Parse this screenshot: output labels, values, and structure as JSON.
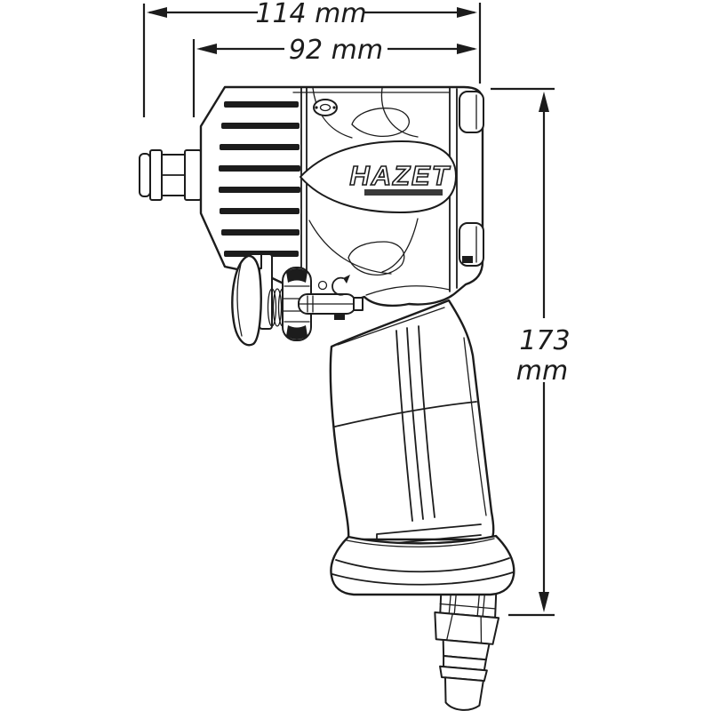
{
  "figure": {
    "type": "technical dimensional line drawing",
    "subject": "compact pneumatic impact wrench, side view",
    "brand_logo": "HAZET"
  },
  "dimensions": {
    "overall_length": {
      "label": "114 mm"
    },
    "housing_length": {
      "label": "92 mm"
    },
    "overall_height": {
      "value": "173",
      "unit": "mm"
    }
  },
  "colors": {
    "background": "#ffffff",
    "line": "#1c1c1c",
    "logo_underline": "#3a3a3a"
  }
}
